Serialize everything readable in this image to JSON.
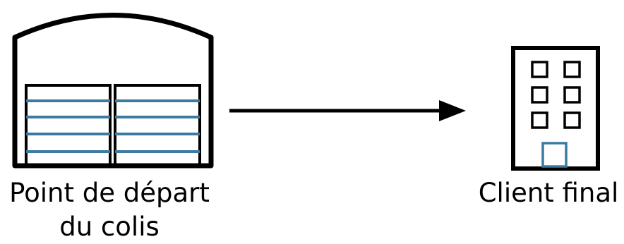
{
  "origin": {
    "label_line1": "Point de départ",
    "label_line2": "du colis"
  },
  "destination": {
    "label": "Client final"
  },
  "icons": {
    "origin": "warehouse-icon",
    "arrow": "arrow-right-icon",
    "destination": "office-building-icon"
  },
  "colors": {
    "outline": "#000000",
    "accent": "#3b7ba1",
    "background": "#ffffff"
  }
}
